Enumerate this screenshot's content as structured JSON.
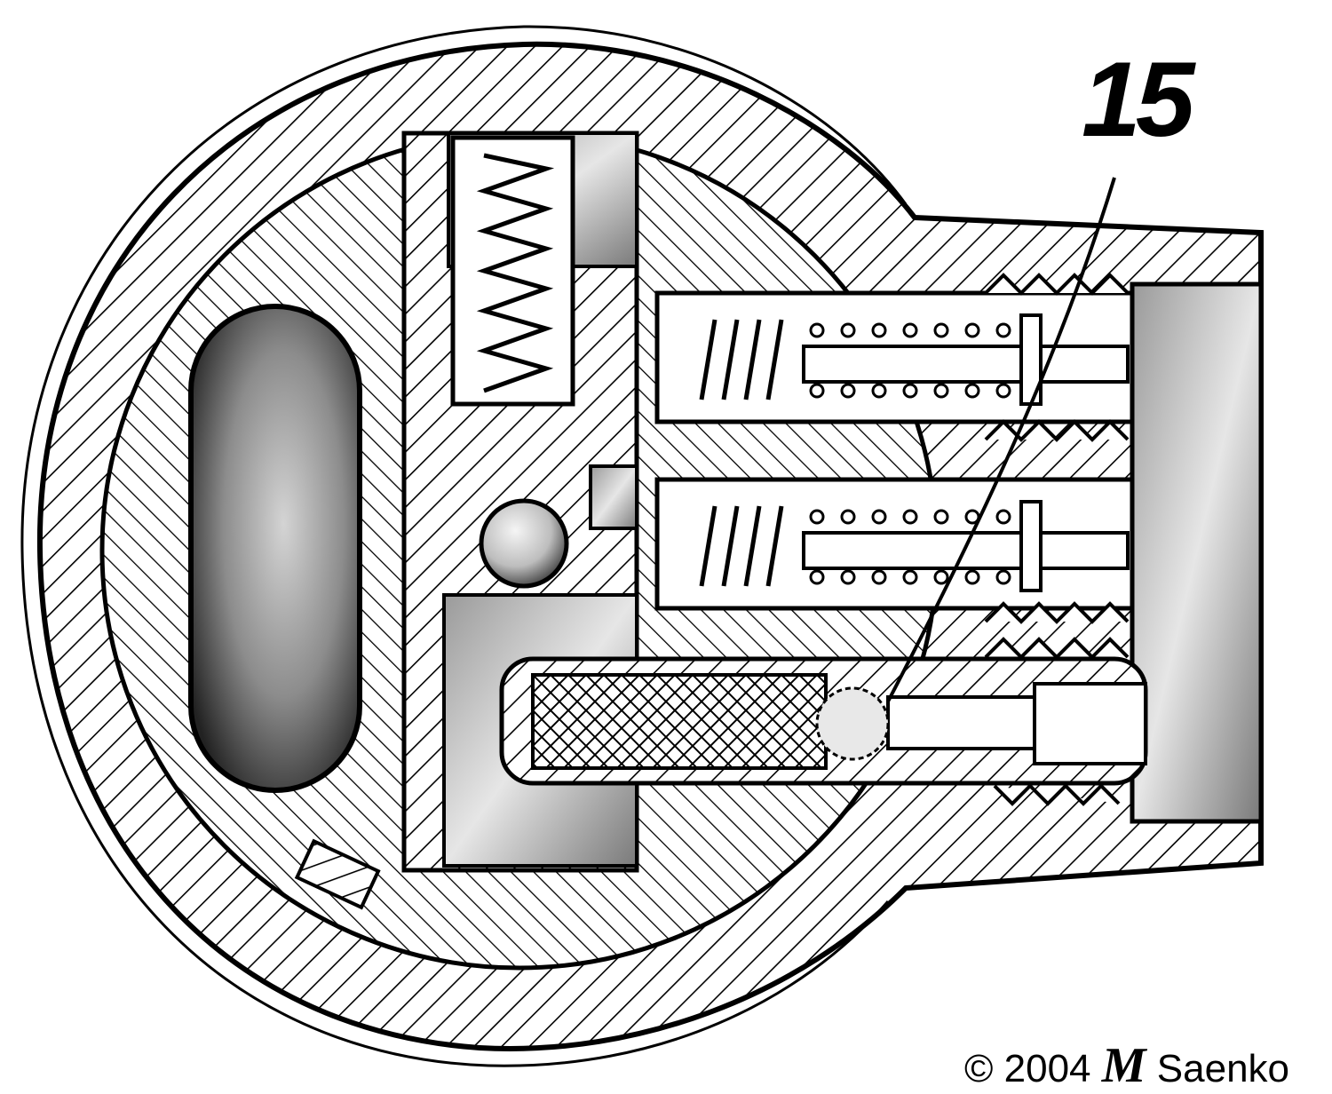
{
  "callout": {
    "number": "15"
  },
  "credit": {
    "copyright": "© 2004",
    "mark": "M",
    "author": "Saenko"
  }
}
